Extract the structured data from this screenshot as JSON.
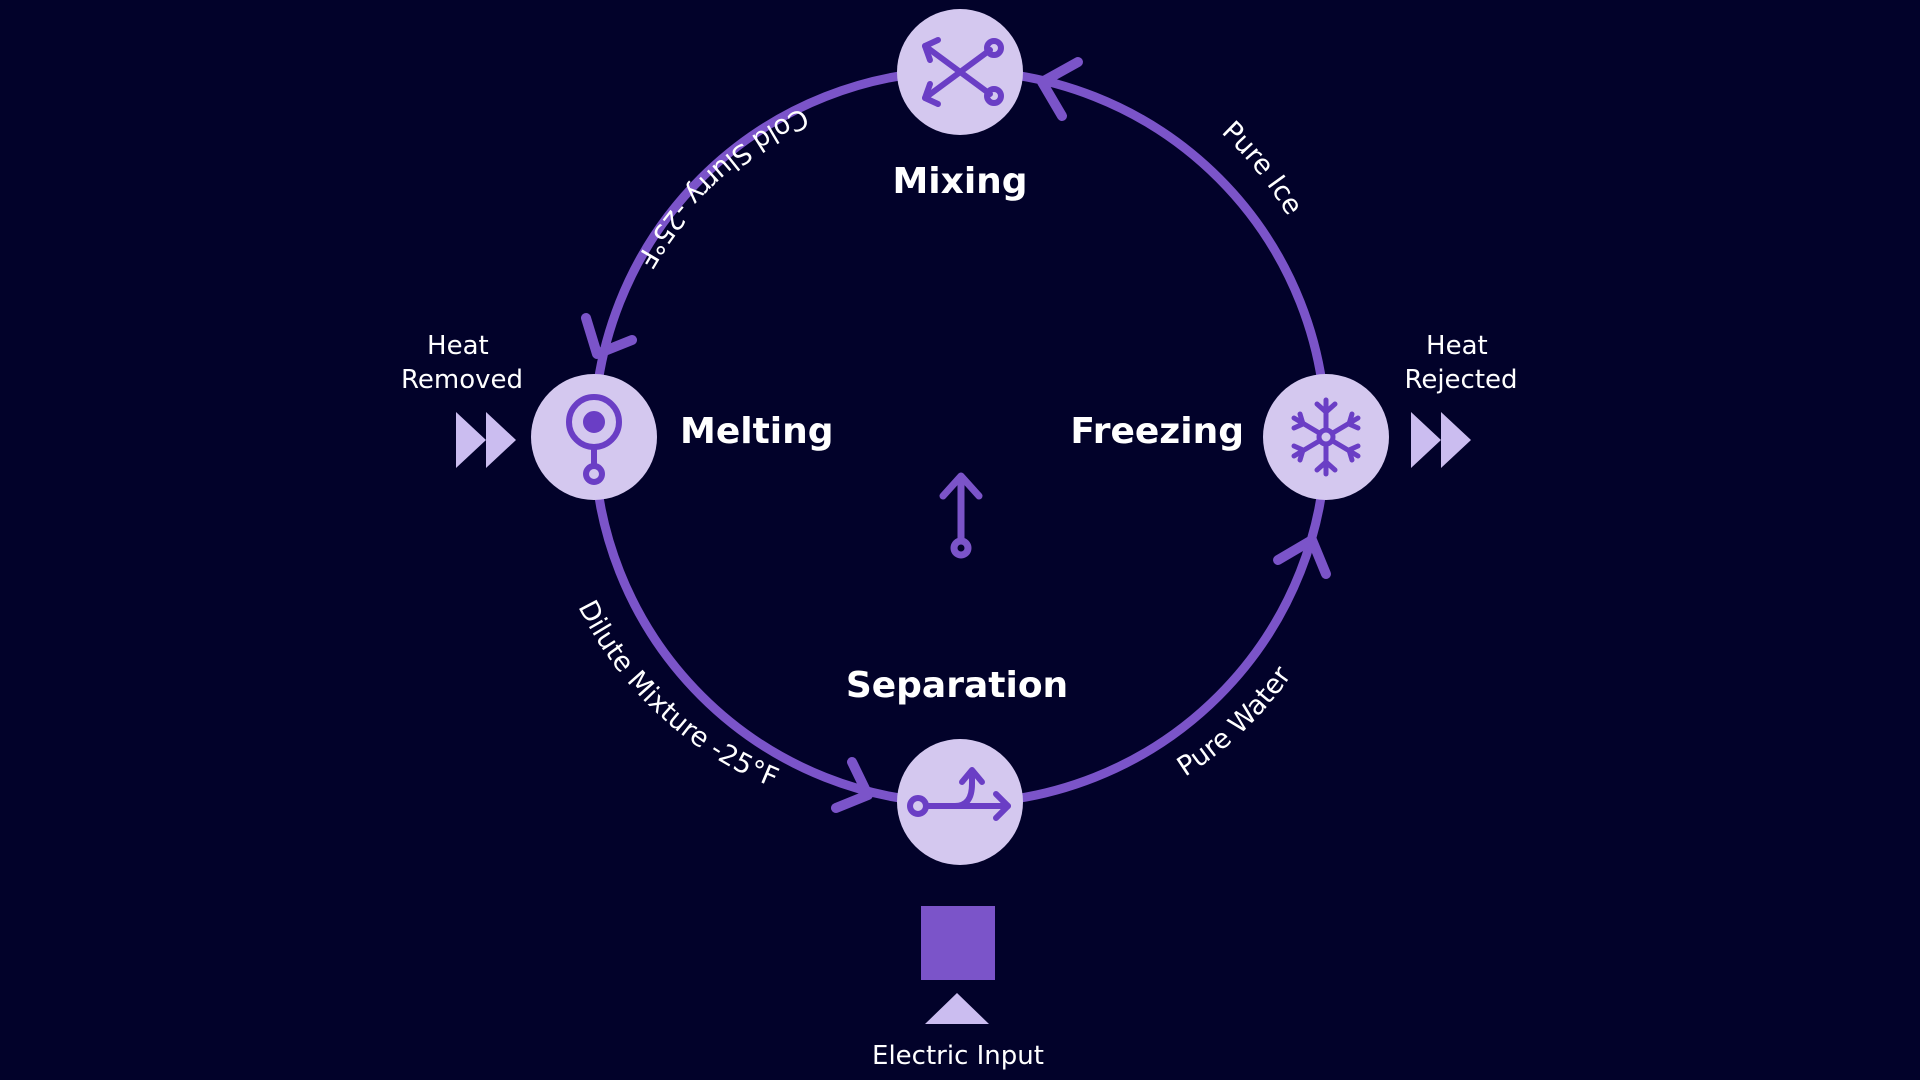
{
  "colors": {
    "background": "#02022a",
    "ring": "#7b54c9",
    "node_fill": "#d4c8ef",
    "icon": "#6a3ec5",
    "accent_light": "#cbbdf0",
    "text": "#ffffff"
  },
  "stages": {
    "mixing": {
      "label": "Mixing",
      "icon": "shuffle-icon"
    },
    "melting": {
      "label": "Melting",
      "icon": "thermometer-icon"
    },
    "freezing": {
      "label": "Freezing",
      "icon": "snowflake-icon"
    },
    "separation": {
      "label": "Separation",
      "icon": "split-arrow-icon"
    }
  },
  "flows": {
    "cold_slurry": "Cold Slurry -25°F",
    "pure_ice": "Pure Ice",
    "dilute_mixture": "Dilute Mixture -25°F",
    "pure_water": "Pure Water"
  },
  "heat": {
    "removed": [
      "Heat",
      "Removed"
    ],
    "rejected": [
      "Heat",
      "Rejected"
    ]
  },
  "electric_input": "Electric Input"
}
